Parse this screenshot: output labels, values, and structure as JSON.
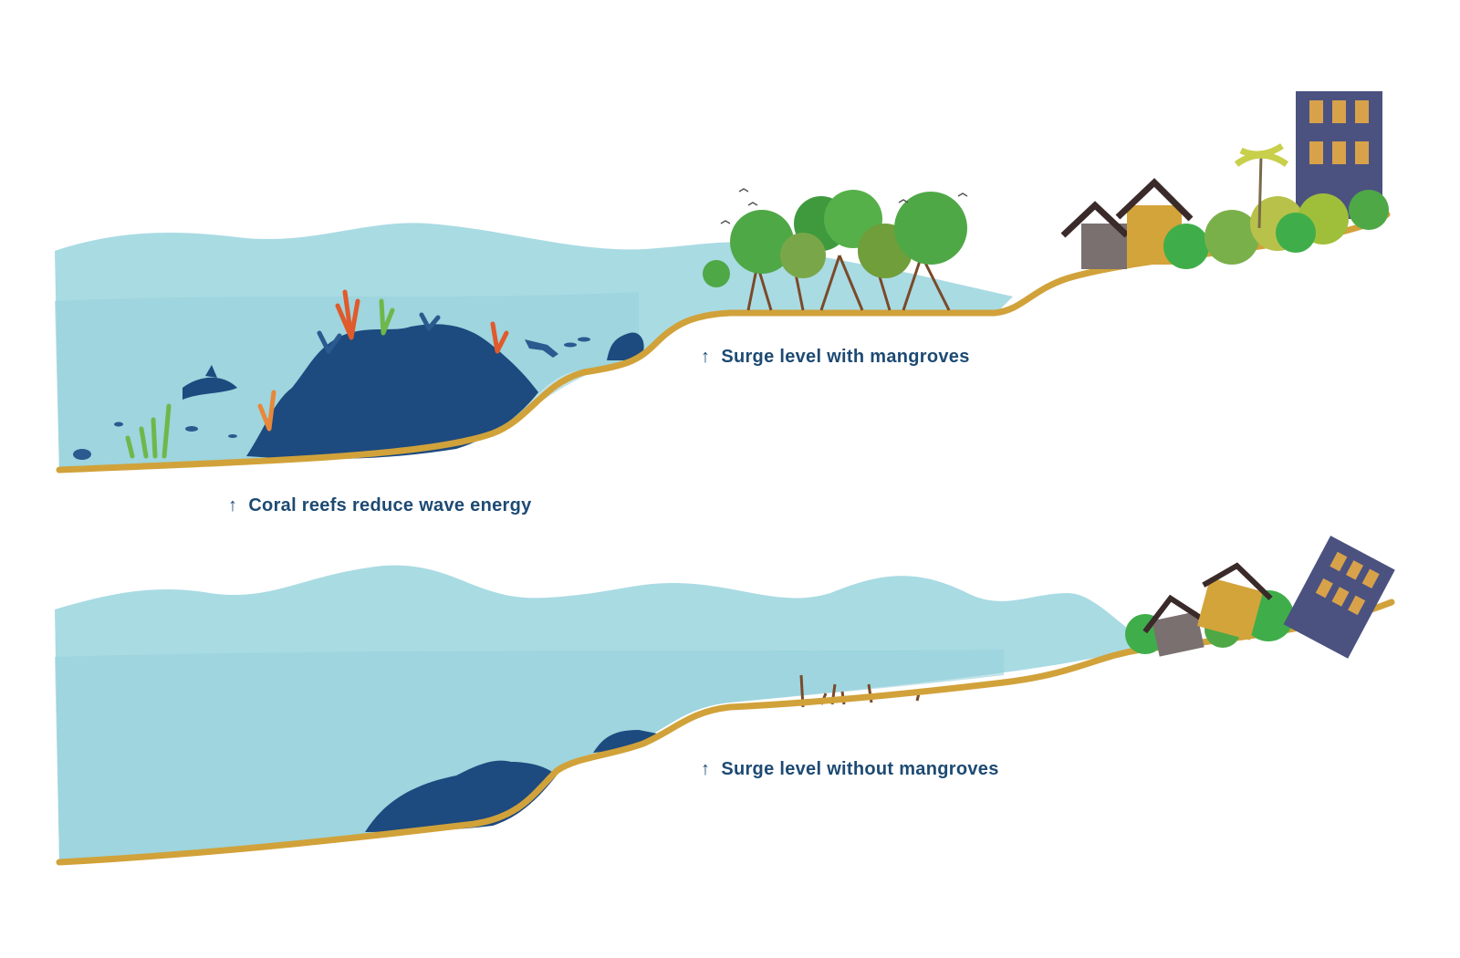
{
  "labels": {
    "coral": "Coral reefs reduce wave energy",
    "surge_with": "Surge level with mangroves",
    "surge_without": "Surge level without mangroves"
  },
  "icons": {
    "arrow": "↑"
  },
  "colors": {
    "water": "#a9dbe3",
    "water_deep": "#8ccbd6",
    "sand": "#d1a23a",
    "reef": "#1d4a7f",
    "tree": "#4fa846",
    "building": "#4b5280",
    "label": "#1d4a73"
  }
}
